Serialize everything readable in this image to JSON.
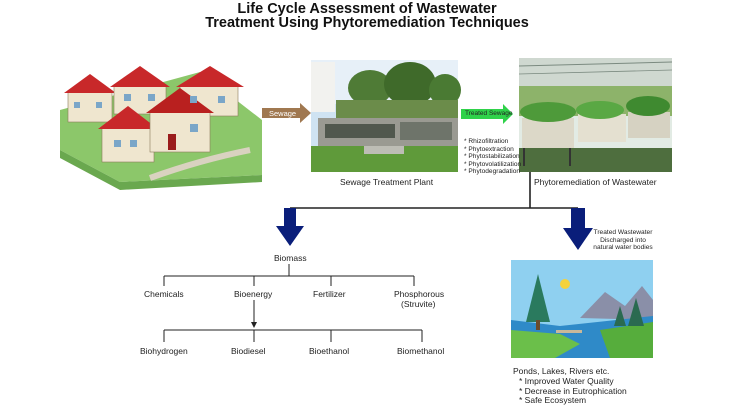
{
  "title": {
    "line1": "Life Cycle Assessment of Wastewater",
    "line2": "Treatment Using Phytoremediation Techniques"
  },
  "arrows": {
    "sewage": "Sewage",
    "treated_sewage": "Treated Sewage"
  },
  "stages": {
    "stp_caption": "Sewage Treatment Plant",
    "phyto_caption": "Phytoremediation of Wastewater"
  },
  "techniques": [
    "* Rhizofiltration",
    "* Phytoextraction",
    "* Phytostabilization",
    "* Phytovolatilization",
    "* Phytodegradation"
  ],
  "treated_note": [
    "Treated Wastewater",
    "Discharged into",
    "natural water bodies"
  ],
  "biomass": {
    "label": "Biomass",
    "level1": [
      "Chemicals",
      "Bioenergy",
      "Fertilizer",
      "Phosphorous",
      "(Struvite)"
    ],
    "level2": [
      "Biohydrogen",
      "Biodiesel",
      "Bioethanol",
      "Biomethanol"
    ]
  },
  "water_bodies": {
    "heading": "Ponds, Lakes, Rivers etc.",
    "benefits": [
      "*  Improved Water Quality",
      "*  Decrease in Eutrophication",
      "*  Safe Ecosystem"
    ]
  },
  "colors": {
    "big_arrow": "#0a1e7a",
    "sewage_arrow": "#a07850",
    "treated_arrow": "#2fd24a"
  }
}
